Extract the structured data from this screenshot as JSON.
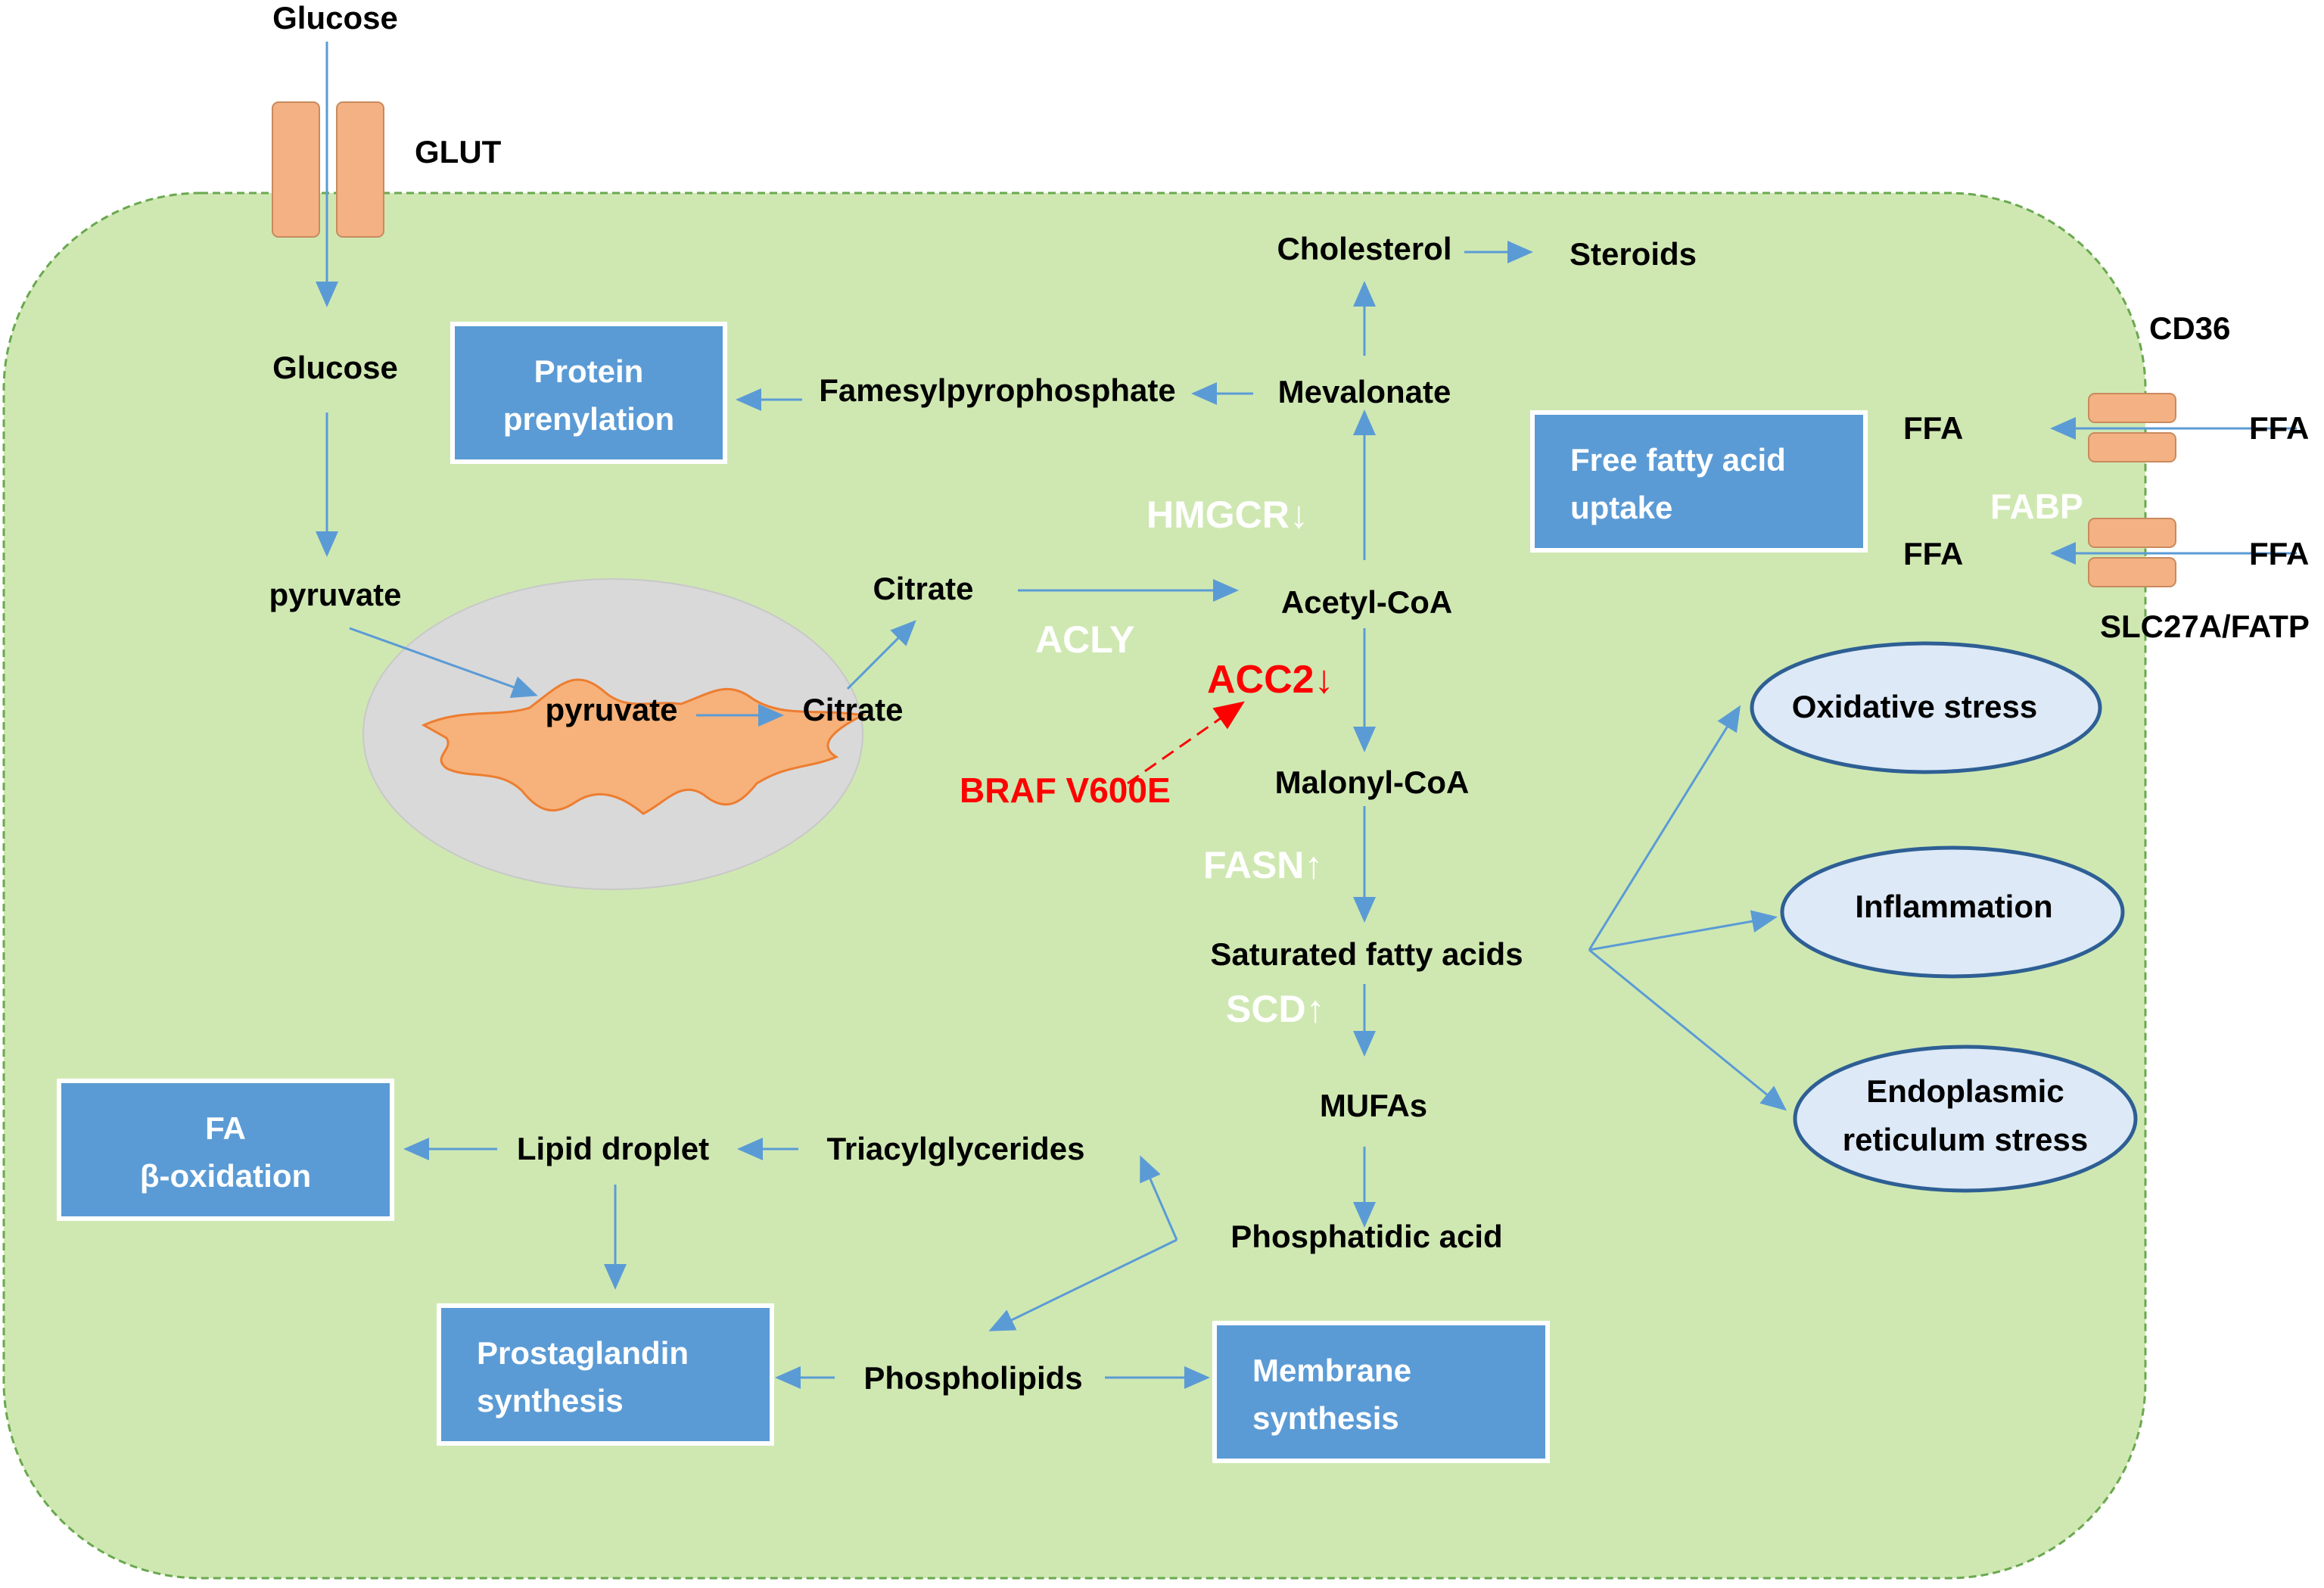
{
  "colors": {
    "cell_fill": "#cfe8b2",
    "cell_border": "#6aa84f",
    "transporter": "#f4b183",
    "box_fill": "#5b9bd5",
    "arrow": "#5b9bd5",
    "red": "#ff0000",
    "ellipse_fill": "#dde9f7",
    "ellipse_border": "#2e5f94",
    "mito_outer": "#d9d9d9",
    "mito_inner": "#f6b27a"
  },
  "transporters": {
    "glut": "GLUT",
    "cd36": "CD36",
    "fabp": "FABP",
    "slc27a": "SLC27A/FATP"
  },
  "metabolites": {
    "glucose_out": "Glucose",
    "glucose_in": "Glucose",
    "pyruvate": "pyruvate",
    "pyruvate_mito": "pyruvate",
    "citrate_mito": "Citrate",
    "citrate": "Citrate",
    "acetyl_coa": "Acetyl-CoA",
    "malonyl_coa": "Malonyl-CoA",
    "saturated_fa": "Saturated fatty acids",
    "mufas": "MUFAs",
    "phosphatidic_acid": "Phosphatidic acid",
    "phospholipids": "Phospholipids",
    "triacylglycerides": "Triacylglycerides",
    "lipid_droplet": "Lipid droplet",
    "mevalonate": "Mevalonate",
    "farnesyl": "Famesylpyrophosphate",
    "cholesterol": "Cholesterol",
    "steroids": "Steroids",
    "ffa_in_1": "FFA",
    "ffa_out_1": "FFA",
    "ffa_in_2": "FFA",
    "ffa_out_2": "FFA"
  },
  "enzymes": {
    "hmgcr": "HMGCR↓",
    "acly": "ACLY",
    "acc2": "ACC2↓",
    "fasn": "FASN↑",
    "scd": "SCD↑",
    "braf": "BRAF V600E"
  },
  "boxes": {
    "protein_prenylation": [
      "Protein",
      "prenylation"
    ],
    "ffa_uptake": [
      "Free fatty acid",
      "uptake"
    ],
    "fa_oxidation": [
      "FA",
      "β-oxidation"
    ],
    "prostaglandin": [
      "Prostaglandin",
      "synthesis"
    ],
    "membrane": [
      "Membrane",
      "synthesis"
    ]
  },
  "outcomes": {
    "oxidative_stress": [
      "Oxidative stress"
    ],
    "inflammation": [
      "Inflammation"
    ],
    "er_stress": [
      "Endoplasmic",
      "reticulum stress"
    ]
  }
}
